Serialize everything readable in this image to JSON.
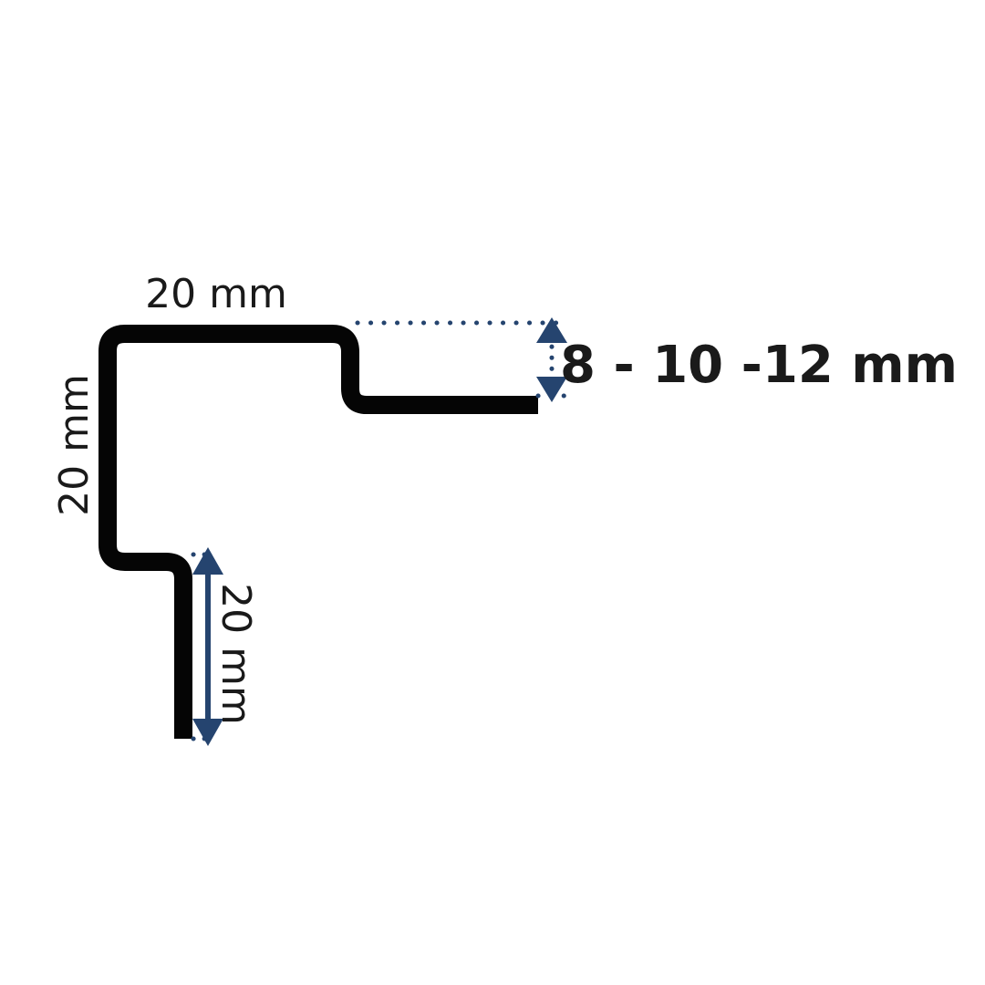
{
  "colors": {
    "profile": "#050505",
    "dimension": "#25446f",
    "text": "#1a1a1a",
    "background": "#ffffff"
  },
  "labels": {
    "top_width": "20 mm",
    "left_height": "20 mm",
    "bottom_leg": "20 mm",
    "step_height": "8 - 10 -12 mm"
  }
}
